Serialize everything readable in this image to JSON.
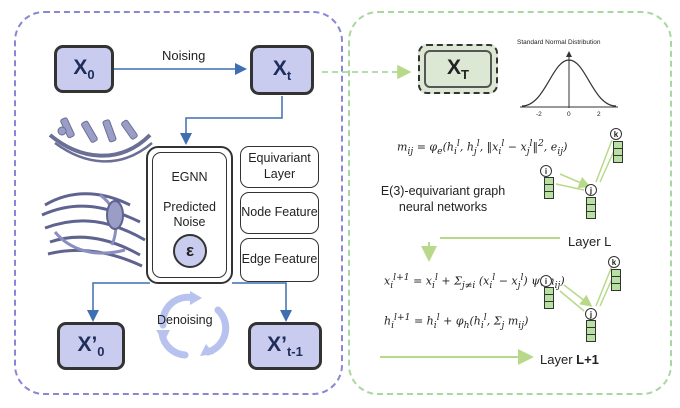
{
  "left": {
    "x0": {
      "main": "X",
      "sub": "0"
    },
    "xt": {
      "main": "X",
      "sub": "t"
    },
    "x0p": {
      "main": "X’",
      "sub": "0"
    },
    "xt1p": {
      "main": "X’",
      "sub": "t-1"
    },
    "noising": "Noising",
    "denoising": "Denoising",
    "egnn": {
      "title": "EGNN",
      "predicted": "Predicted",
      "noise": "Noise",
      "epsilon": "ε"
    },
    "features": [
      "Equivariant Layer",
      "Node Feature",
      "Edge Feature"
    ]
  },
  "right": {
    "xT": {
      "main": "X",
      "sub": "T"
    },
    "dist_title": "Standard Normal Distribution",
    "dist_ticks": [
      "-2",
      "0",
      "2"
    ],
    "egnn_desc": "E(3)-equivariant graph neural networks",
    "layer_l": {
      "prefix": "Layer ",
      "name": "L"
    },
    "layer_l1": {
      "prefix": "Layer ",
      "name": "L+1"
    },
    "nodes": {
      "i": "i",
      "j": "j",
      "k": "k"
    },
    "eq_m": "m_ij = φ_e(h_i^l, h_j^l, ‖x_i^l − x_j^l‖², e_ij)",
    "eq_x": "x_i^{l+1} = x_i^l + Σ_{j≠i} (x_i^l − x_j^l) ψ(m_ij)",
    "eq_h": "h_i^{l+1} = h_i^l + φ_h(h_i^l, Σ_j m_ij)"
  },
  "colors": {
    "state_fill": "#c9cbef",
    "left_border": "#8a86d6",
    "right_border": "#a8d8a0",
    "arrow_blue": "#3e6fb0",
    "arrow_green": "#b8d98a"
  }
}
